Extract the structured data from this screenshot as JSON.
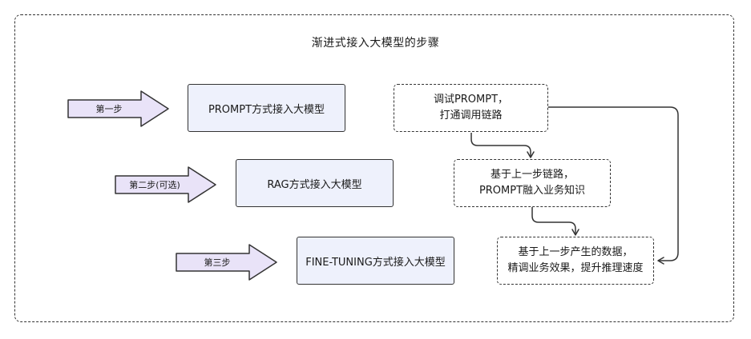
{
  "diagram": {
    "title": "渐进式接入大模型的步骤",
    "steps": [
      {
        "label": "第一步",
        "box": "PROMPT方式接入大模型"
      },
      {
        "label": "第二步(可选)",
        "box": "RAG方式接入大模型"
      },
      {
        "label": "第三步",
        "box": "FINE-TUNING方式接入大模型"
      }
    ],
    "notes": [
      {
        "line1": "调试PROMPT，",
        "line2": "打通调用链路"
      },
      {
        "line1": "基于上一步链路，",
        "line2": "PROMPT融入业务知识"
      },
      {
        "line1": "基于上一步产生的数据，",
        "line2": "精调业务效果，提升推理速度"
      }
    ],
    "colors": {
      "arrow_fill": "#e9e3f8",
      "box_fill": "#eef1fc",
      "stroke": "#333333"
    }
  }
}
